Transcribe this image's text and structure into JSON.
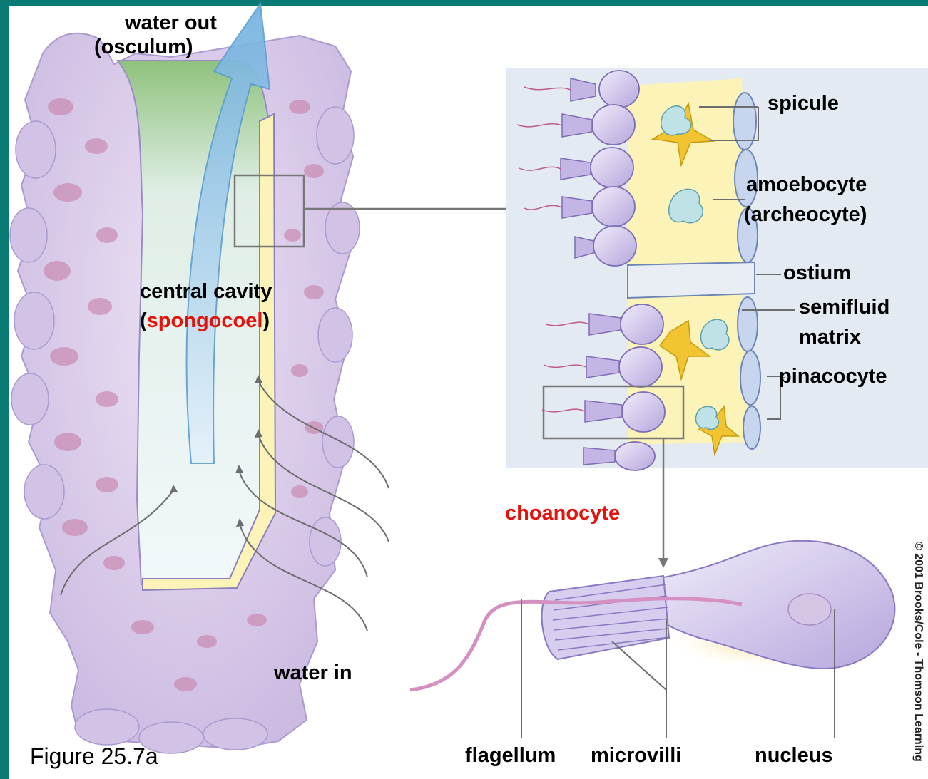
{
  "labels": {
    "water_out": "water out",
    "osculum": "(osculum)",
    "central_cavity": "central cavity",
    "paren_open": "(",
    "spongocoel": "spongocoel",
    "paren_close": ")",
    "water_in": "water in",
    "figure": "Figure 25.7a",
    "spicule": "spicule",
    "amoebocyte": "amoebocyte",
    "archeocyte": "(archeocyte)",
    "ostium": "ostium",
    "semifluid": "semifluid",
    "matrix": "matrix",
    "pinacocyte": "pinacocyte",
    "choanocyte": "choanocyte",
    "flagellum": "flagellum",
    "microvilli": "microvilli",
    "nucleus": "nucleus",
    "copyright": "© 2001 Brooks/Cole - Thomson Learning"
  },
  "colors": {
    "frame": "#0a7a74",
    "sponge_body": "#d8c8e8",
    "sponge_spots": "#c98fb4",
    "cavity": "#eef6fa",
    "matrix": "#fbf3b8",
    "spicule": "#f3c431",
    "cell": "#c9bde6",
    "highlight_text": "#e3120b"
  }
}
